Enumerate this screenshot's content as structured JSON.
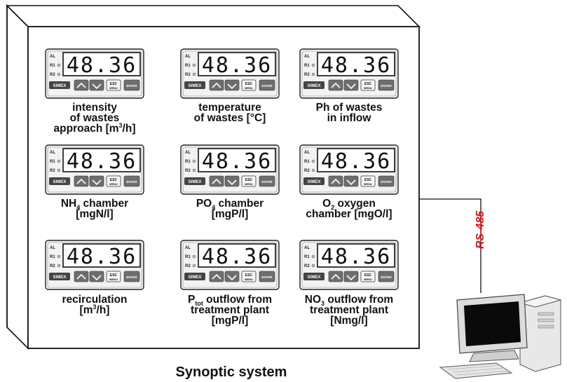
{
  "diagram": {
    "title": "Synoptic system",
    "connection_label": "RS-485",
    "meter": {
      "display_value": "48.36",
      "led_labels": [
        "AL",
        "R1",
        "R2"
      ],
      "brand": "SIMEX",
      "esc_top": "ESC",
      "esc_bottom": "MENU",
      "enter": "ENTER"
    },
    "meters": [
      {
        "lines": [
          "intensity",
          "of wastes",
          "approach [m",
          "3",
          "/h]"
        ]
      },
      {
        "lines": [
          "temperature",
          "of wastes [°C]"
        ]
      },
      {
        "lines": [
          "Ph of wastes",
          "in inflow"
        ]
      },
      {
        "lines": [
          "NH",
          "4",
          " chamber",
          "[mgN/l]"
        ]
      },
      {
        "lines": [
          "PO",
          "4",
          " chamber",
          "[mgP/l]"
        ]
      },
      {
        "lines": [
          "O",
          "2",
          " oxygen",
          "chamber [mgO/l]"
        ]
      },
      {
        "lines": [
          "recirculation",
          "[m",
          "3",
          "/h]"
        ]
      },
      {
        "lines": [
          "P",
          "tot",
          " outflow from",
          "treatment plant",
          "[mgP/l]"
        ]
      },
      {
        "lines": [
          "NO",
          "3",
          " outflow from",
          "treatment plant",
          "[Nmg/l]"
        ]
      }
    ]
  }
}
